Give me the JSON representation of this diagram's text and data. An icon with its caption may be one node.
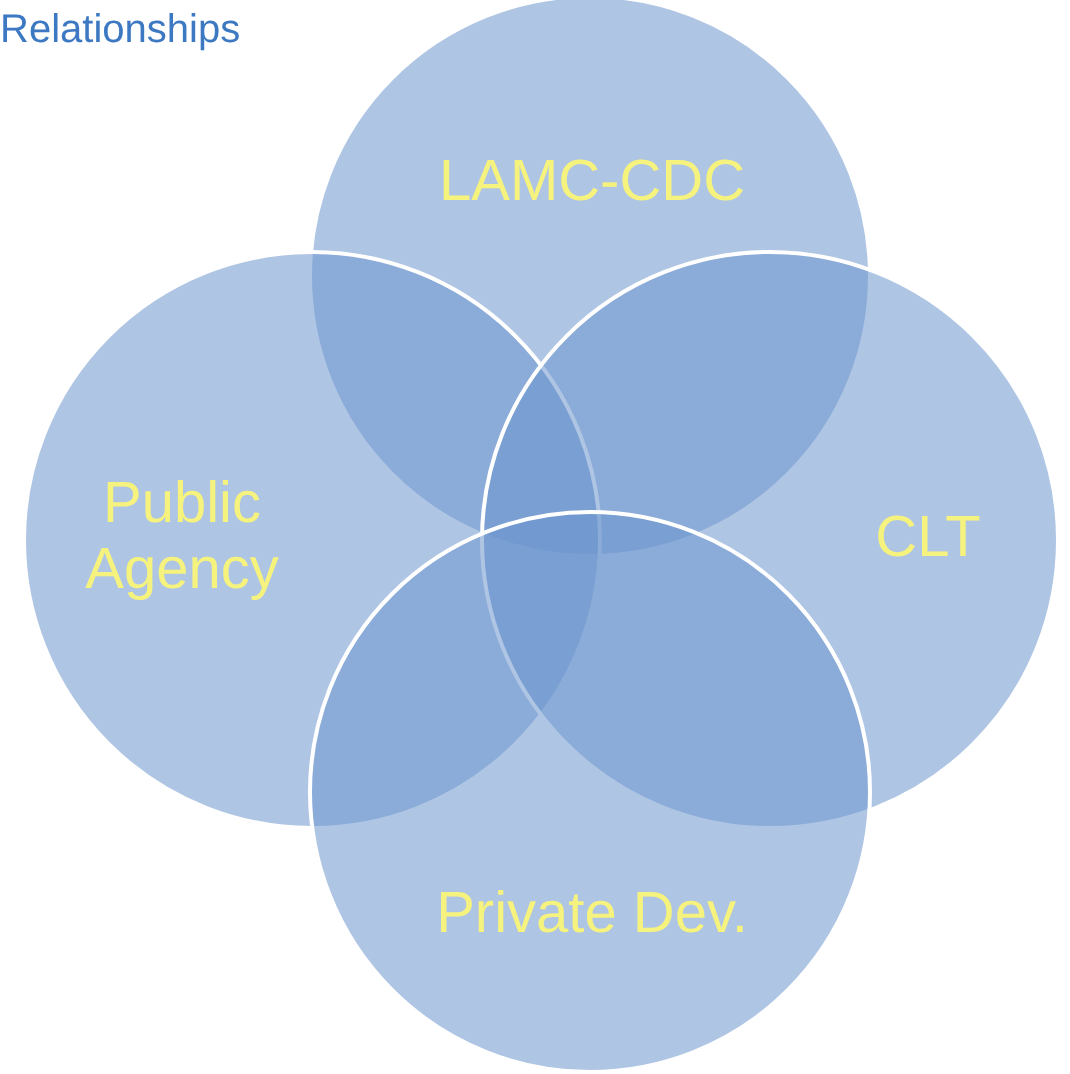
{
  "diagram": {
    "title": "Relationships",
    "nodes": [
      {
        "text": [
          "LAMC-CDC"
        ]
      },
      {
        "text": [
          "Public Agency"
        ]
      },
      {
        "text": [
          "CLT"
        ]
      },
      {
        "text": [
          "Private Dev."
        ]
      }
    ]
  }
}
